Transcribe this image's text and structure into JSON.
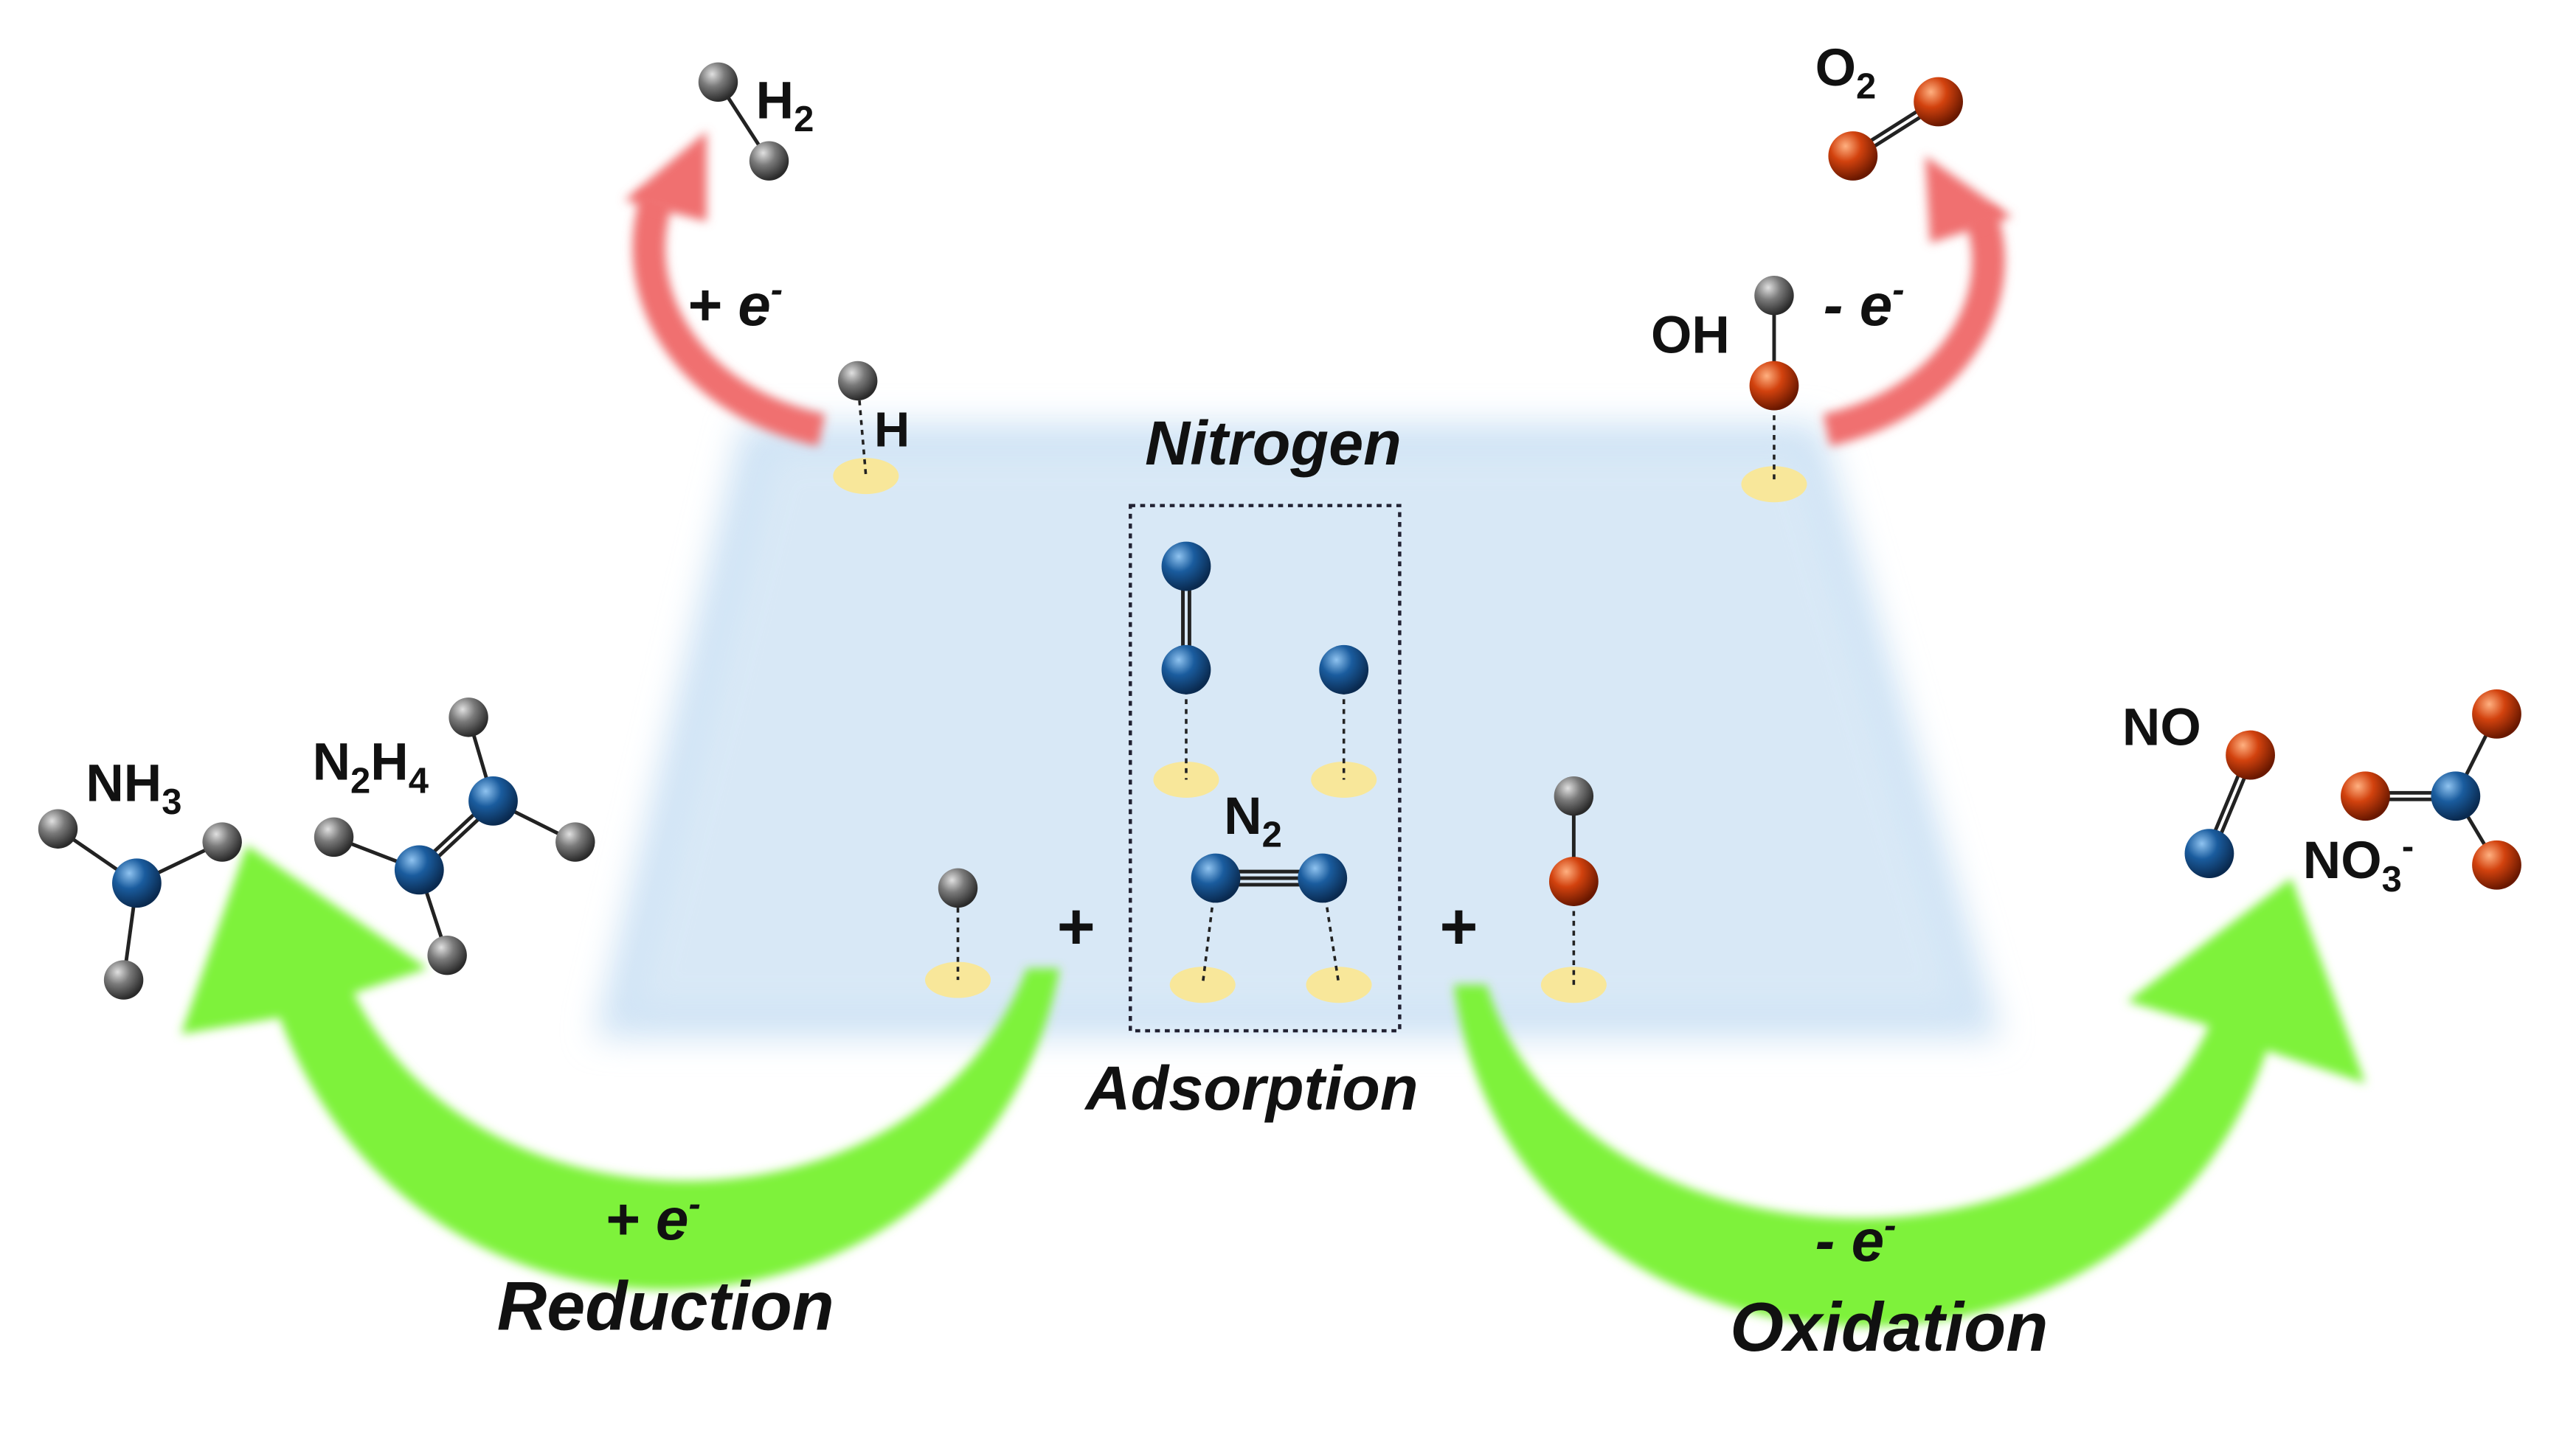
{
  "title_labels": {
    "nitrogen": "Nitrogen",
    "adsorption": "Adsorption",
    "reduction": "Reduction",
    "oxidation": "Oxidation"
  },
  "electron_labels": {
    "her": {
      "sign": "+ e",
      "sup": "-"
    },
    "oer": {
      "sign": "- e",
      "sup": "-"
    },
    "reduction": {
      "sign": "+ e",
      "sup": "-"
    },
    "oxidation": {
      "sign": "- e",
      "sup": "-"
    }
  },
  "plus_signs": [
    "+",
    "+"
  ],
  "molecules": {
    "h2": {
      "main": "H",
      "sub": "2"
    },
    "o2": {
      "main": "O",
      "sub": "2"
    },
    "h_ads": {
      "main": "H"
    },
    "oh_ads": {
      "main": "OH"
    },
    "n2": {
      "main": "N",
      "sub": "2"
    },
    "nh3": {
      "main": "NH",
      "sub": "3"
    },
    "n2h4": {
      "main": "N",
      "sub1": "2",
      "mid": "H",
      "sub2": "4"
    },
    "no": {
      "main": "NO"
    },
    "no3": {
      "main": "NO",
      "sub": "3",
      "sup": "-"
    }
  },
  "colors": {
    "reduction_arrow": "#7ef23a",
    "side_arrow": "#f07070",
    "surface": "#cfe3f5",
    "nitrogen_atom": "#1a5c9e",
    "oxygen_atom": "#d2420e",
    "hydrogen_atom": "#7a7a7a",
    "site": "#f8e79a"
  }
}
